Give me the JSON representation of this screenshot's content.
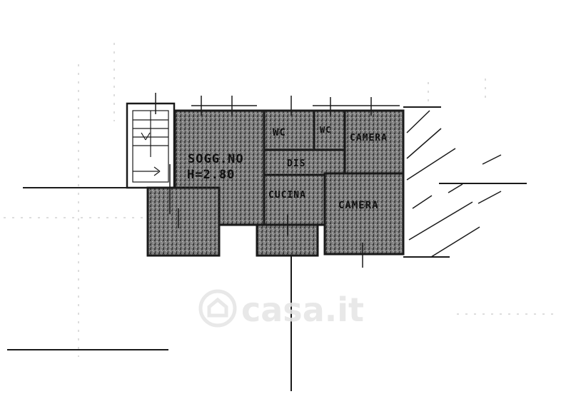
{
  "rooms": {
    "soggiorno": "SOGG.NO",
    "height": "H=2.80",
    "wc1": "WC",
    "wc2": "WC",
    "camera1": "CAMERA",
    "dis": "DIS",
    "cucina": "CUCINA",
    "camera2": "CAMERA"
  },
  "watermark": {
    "text": "casa.it",
    "icon": "house-icon"
  },
  "colors": {
    "ink": "#1a1a1a",
    "fill": "#8c8c8c",
    "watermark": "#e4e4e4"
  }
}
